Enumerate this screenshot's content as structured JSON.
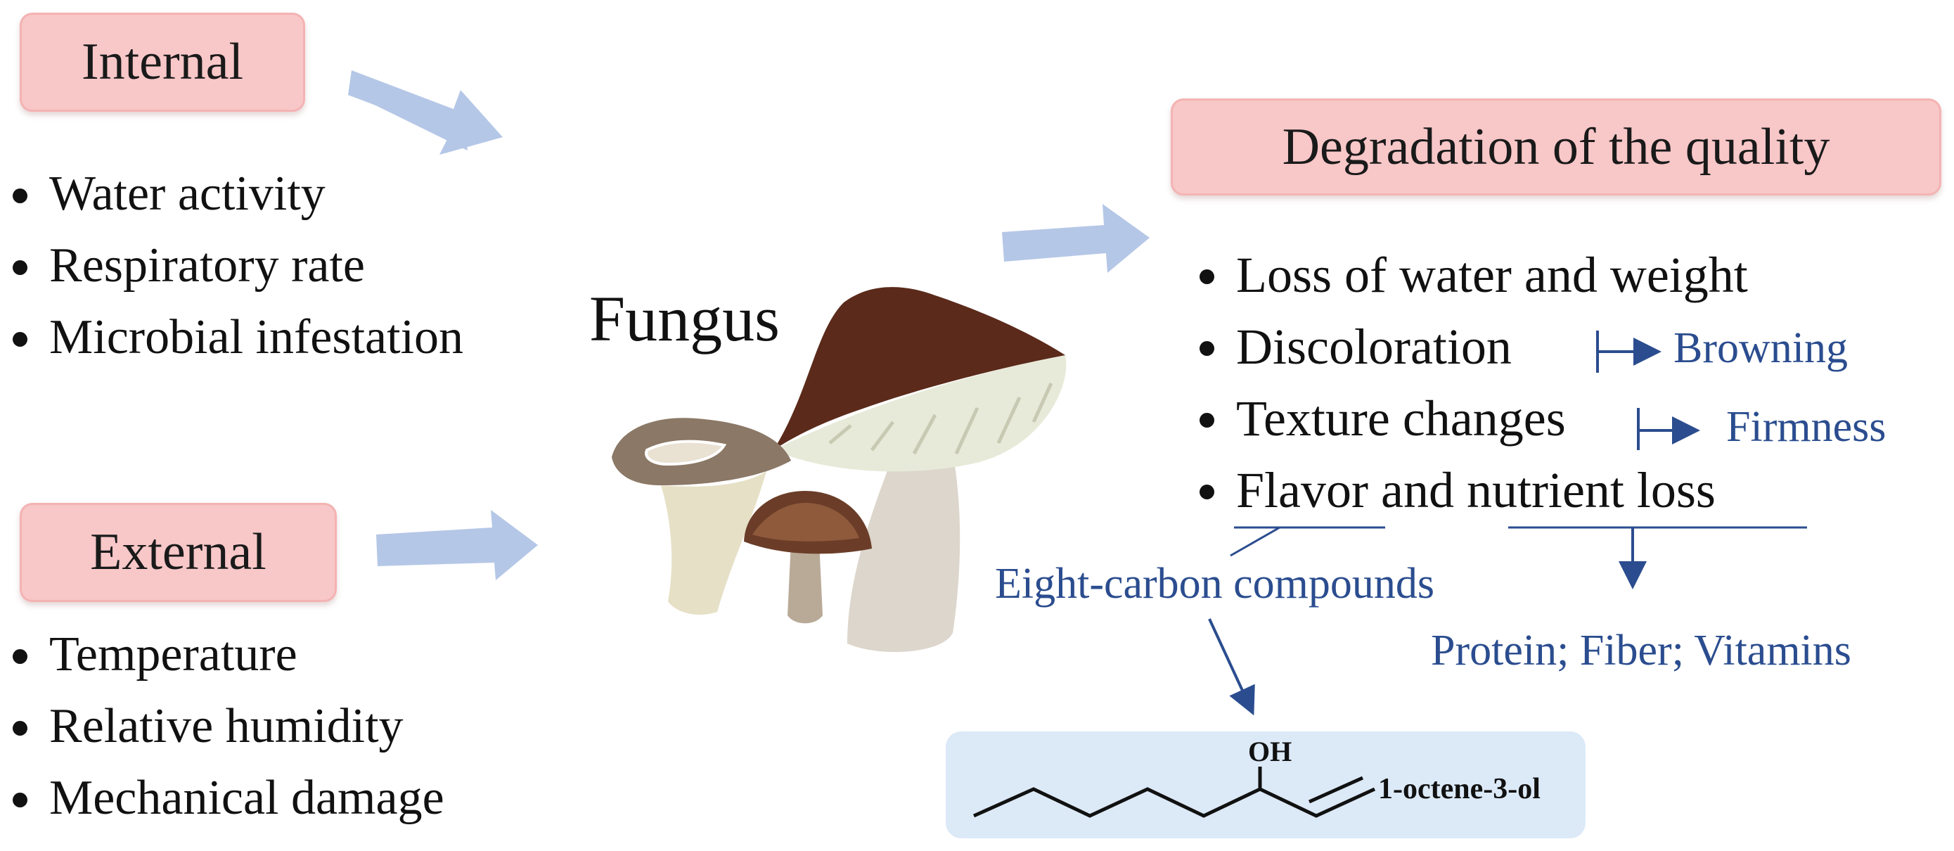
{
  "internal": {
    "title": "Internal",
    "items": [
      "Water activity",
      "Respiratory rate",
      "Microbial infestation"
    ]
  },
  "external": {
    "title": "External",
    "items": [
      "Temperature",
      "Relative humidity",
      "Mechanical damage"
    ]
  },
  "center": {
    "label": "Fungus"
  },
  "degradation": {
    "title": "Degradation of the quality",
    "items": [
      {
        "label": "Loss of water and weight"
      },
      {
        "label": "Discoloration",
        "effect": "Browning"
      },
      {
        "label": "Texture changes",
        "effect": "Firmness"
      },
      {
        "label_a": "Flavor",
        "label_mid": "and",
        "label_b": "nutrient loss"
      }
    ]
  },
  "flavor_note": "Eight-carbon compounds",
  "nutrient_note": "Protein; Fiber; Vitamins",
  "molecule": {
    "group": "OH",
    "name": "1-octene-3-ol"
  },
  "colors": {
    "pink_box": "#f8c7c8",
    "flow_arrow": "#b5c7e7",
    "annotation_blue": "#2b4d8f",
    "molecule_panel": "#dce9f7"
  }
}
